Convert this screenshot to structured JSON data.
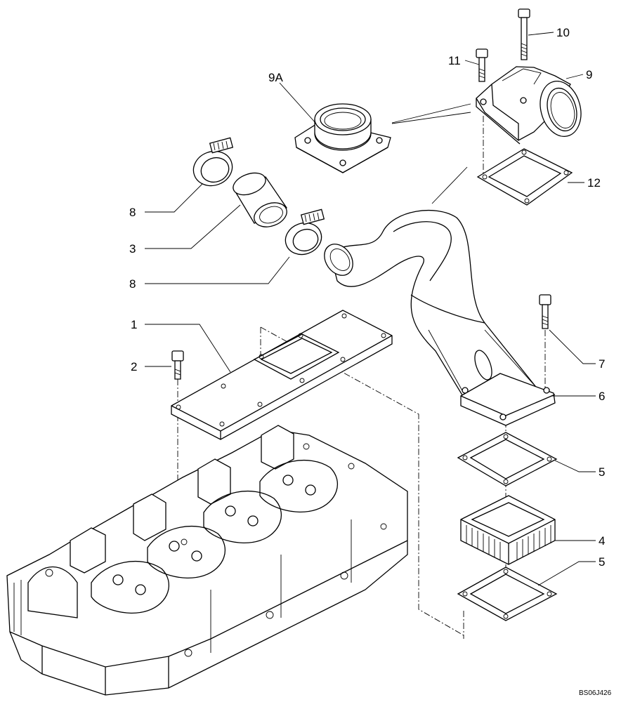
{
  "callouts": [
    {
      "id": "c10",
      "label": "10"
    },
    {
      "id": "c11",
      "label": "11"
    },
    {
      "id": "c9",
      "label": "9"
    },
    {
      "id": "c9a",
      "label": "9A"
    },
    {
      "id": "c12",
      "label": "12"
    },
    {
      "id": "c8a",
      "label": "8"
    },
    {
      "id": "c3",
      "label": "3"
    },
    {
      "id": "c8b",
      "label": "8"
    },
    {
      "id": "c1",
      "label": "1"
    },
    {
      "id": "c2",
      "label": "2"
    },
    {
      "id": "c7",
      "label": "7"
    },
    {
      "id": "c6",
      "label": "6"
    },
    {
      "id": "c5a",
      "label": "5"
    },
    {
      "id": "c4",
      "label": "4"
    },
    {
      "id": "c5b",
      "label": "5"
    }
  ],
  "drawing_code": "BS06J426"
}
